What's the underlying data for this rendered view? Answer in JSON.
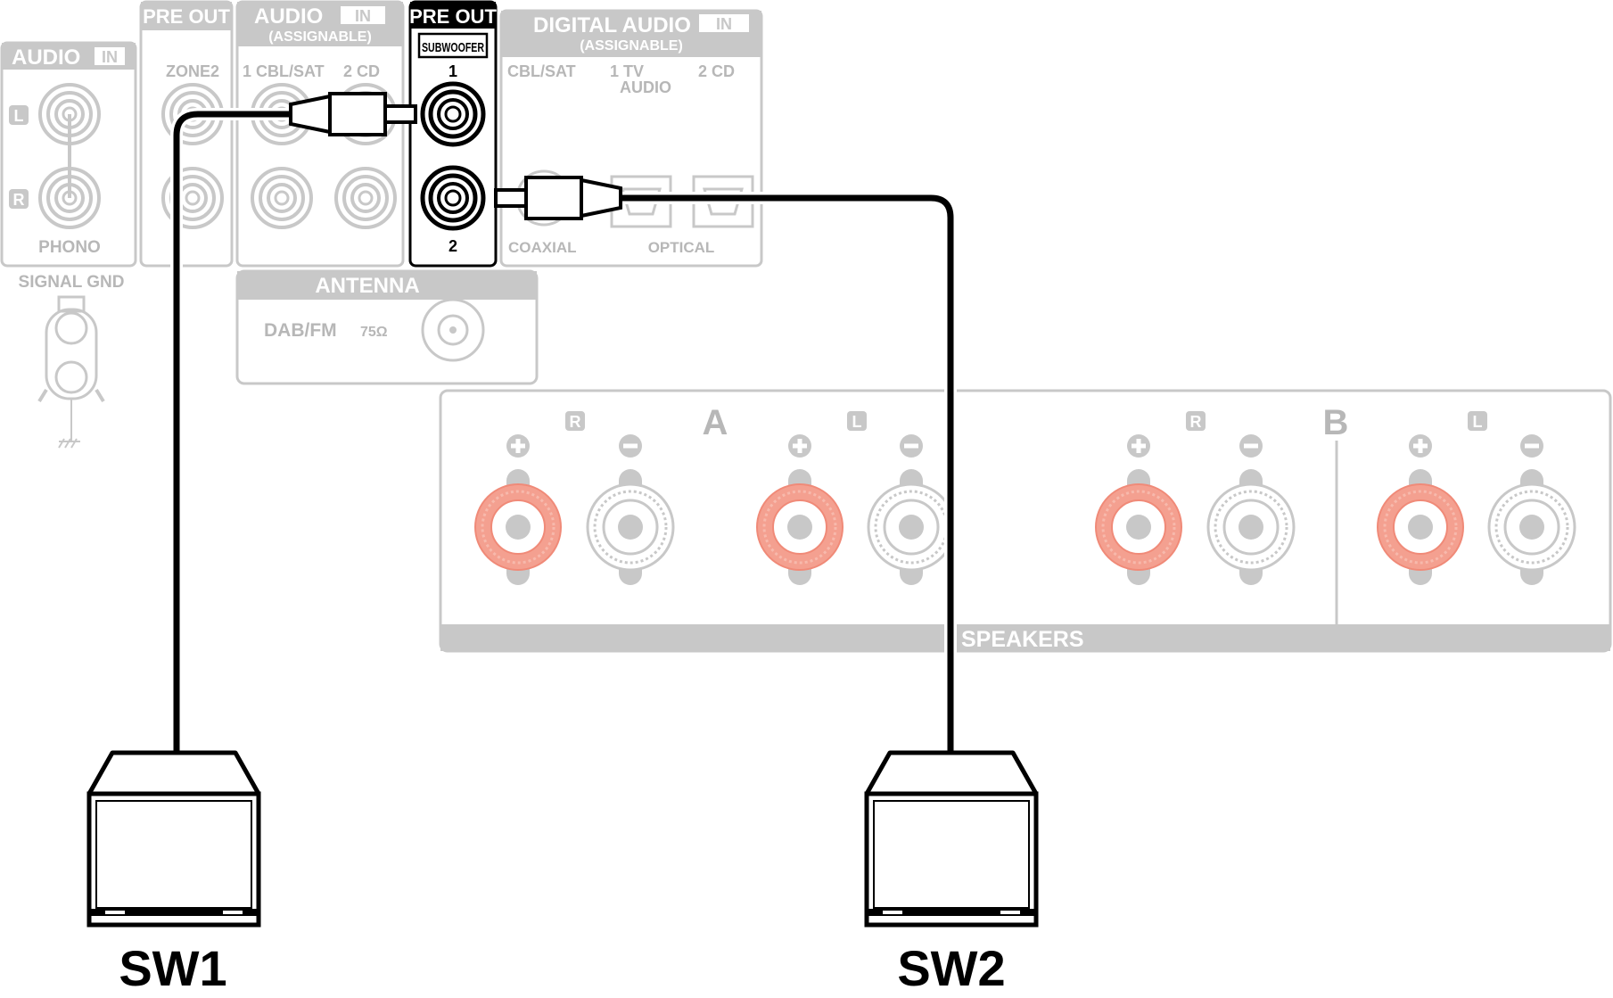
{
  "audio_in_phono": {
    "title": "AUDIO",
    "badge": "IN",
    "left": "L",
    "right": "R",
    "label": "PHONO"
  },
  "signal_gnd": "SIGNAL GND",
  "pre_out_zone2": {
    "title": "PRE OUT",
    "label": "ZONE2"
  },
  "audio_in_assignable": {
    "title": "AUDIO",
    "badge": "IN",
    "subtitle": "(ASSIGNABLE)",
    "input1": "1 CBL/SAT",
    "input2": "2  CD"
  },
  "pre_out_subwoofer": {
    "title": "PRE OUT",
    "label": "SUBWOOFER",
    "port1": "1",
    "port2": "2"
  },
  "digital_audio": {
    "title": "DIGITAL AUDIO",
    "badge": "IN",
    "subtitle": "(ASSIGNABLE)",
    "input_cbl": "CBL/SAT",
    "input_tv_line1": "1   TV",
    "input_tv_line2": "AUDIO",
    "input_cd": "2   CD",
    "coaxial": "COAXIAL",
    "optical": "OPTICAL"
  },
  "antenna": {
    "title": "ANTENNA",
    "label": "DAB/FM",
    "impedance": "75Ω"
  },
  "speakers": {
    "title": "SPEAKERS",
    "zone_a": "A",
    "zone_b": "B",
    "right": "R",
    "left": "L"
  },
  "subwoofers": {
    "sw1": "SW1",
    "sw2": "SW2"
  },
  "colors": {
    "panel_gray": "#c8c8c8",
    "text_gray": "#b7b7b7",
    "terminal_red": "#f4a090",
    "cable": "#000000"
  }
}
